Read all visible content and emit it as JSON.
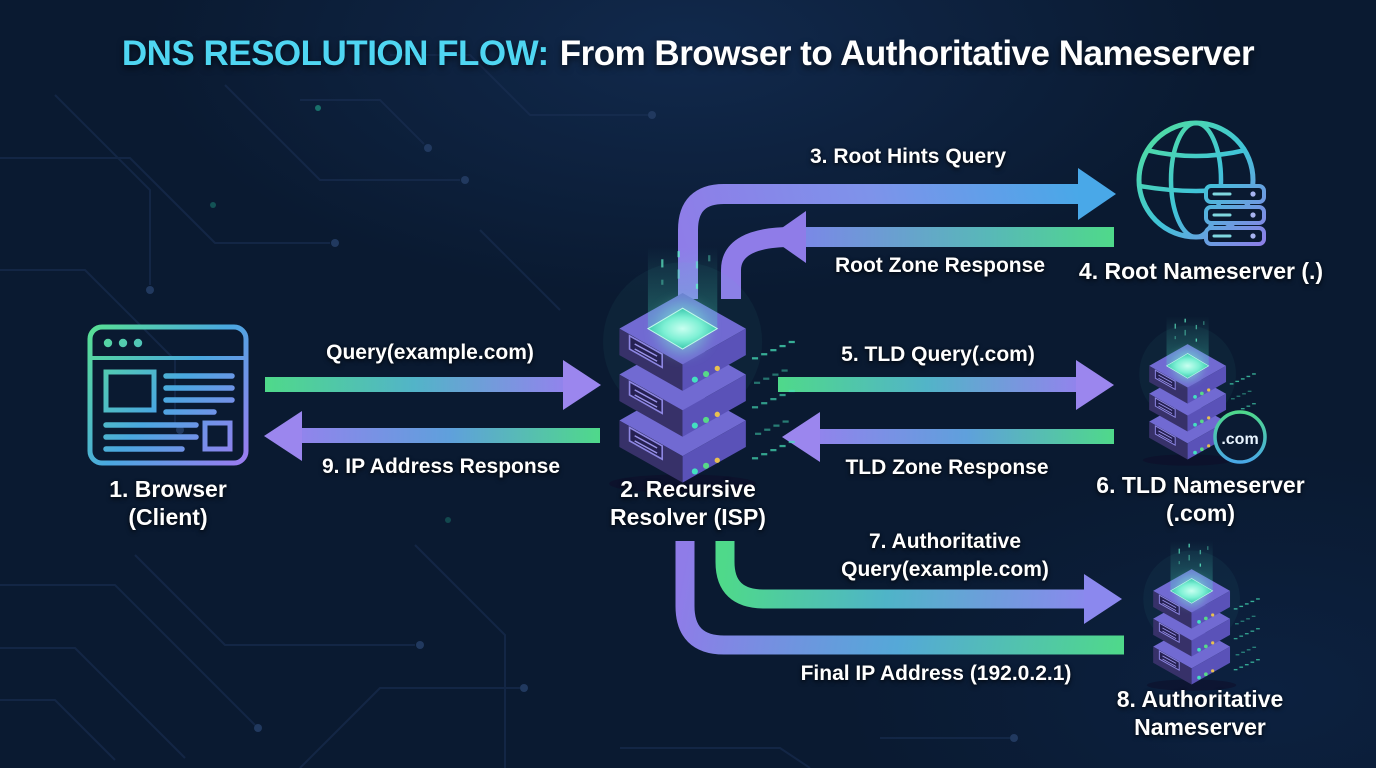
{
  "title": {
    "highlight": "DNS RESOLUTION FLOW:",
    "rest": "From Browser to Authoritative Nameserver"
  },
  "nodes": {
    "browser": {
      "line1": "1. Browser",
      "line2": "(Client)"
    },
    "resolver": {
      "line1": "2. Recursive",
      "line2": "Resolver (ISP)"
    },
    "root": {
      "label": "4. Root Nameserver (.)"
    },
    "tld": {
      "line1": "6. TLD Nameserver",
      "line2": "(.com)",
      "badge": ".com"
    },
    "auth": {
      "line1": "8. Authoritative",
      "line2": "Nameserver"
    }
  },
  "arrows": {
    "browser_query": {
      "label": "Query(example.com)"
    },
    "ip_response": {
      "label": "9. IP Address Response"
    },
    "root_query": {
      "label": "3. Root Hints Query"
    },
    "root_response": {
      "label": "Root Zone Response"
    },
    "tld_query": {
      "label": "5. TLD Query(.com)"
    },
    "tld_response": {
      "label": "TLD Zone Response"
    },
    "auth_query": {
      "line1": "7. Authoritative",
      "line2": "Query(example.com)"
    },
    "final_response": {
      "label": "Final IP Address (192.0.2.1)"
    }
  },
  "icons": {
    "browser": "browser-window-icon",
    "resolver": "server-stack-icon",
    "root": "globe-server-icon",
    "tld": "server-stack-icon",
    "tld_badge": "dot-com-badge",
    "auth": "server-stack-icon"
  },
  "colors": {
    "background": "#0a1a31",
    "accent_cyan": "#4fd6f2",
    "arrow_green": "#4fd98a",
    "arrow_blue": "#49a8e8",
    "arrow_purple": "#8f7ce8",
    "text": "#ffffff"
  }
}
